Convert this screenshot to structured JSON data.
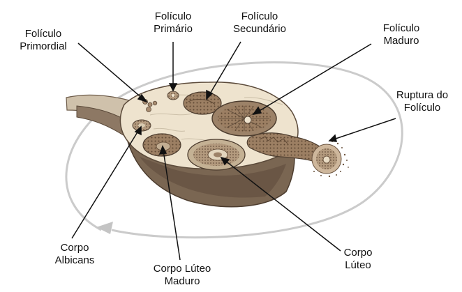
{
  "labels": {
    "primordial": {
      "line1": "Folículo",
      "line2": "Primordial"
    },
    "primario": {
      "line1": "Folículo",
      "line2": "Primário"
    },
    "secundario": {
      "line1": "Folículo",
      "line2": "Secundário"
    },
    "maduro": {
      "line1": "Folículo",
      "line2": "Maduro"
    },
    "ruptura": {
      "line1": "Ruptura do",
      "line2": "Folículo"
    },
    "albicans": {
      "line1": "Corpo",
      "line2": "Albicans"
    },
    "luteo_maduro": {
      "line1": "Corpo Lúteo",
      "line2": "Maduro"
    },
    "luteo": {
      "line1": "Corpo",
      "line2": "Lúteo"
    }
  },
  "colors": {
    "cycle_ring": "#c8c8c8",
    "ovary_surface": "#ede1cc",
    "ovary_body": "#7d6a57",
    "follicle": "#a88c70",
    "leader_line": "#111111"
  }
}
